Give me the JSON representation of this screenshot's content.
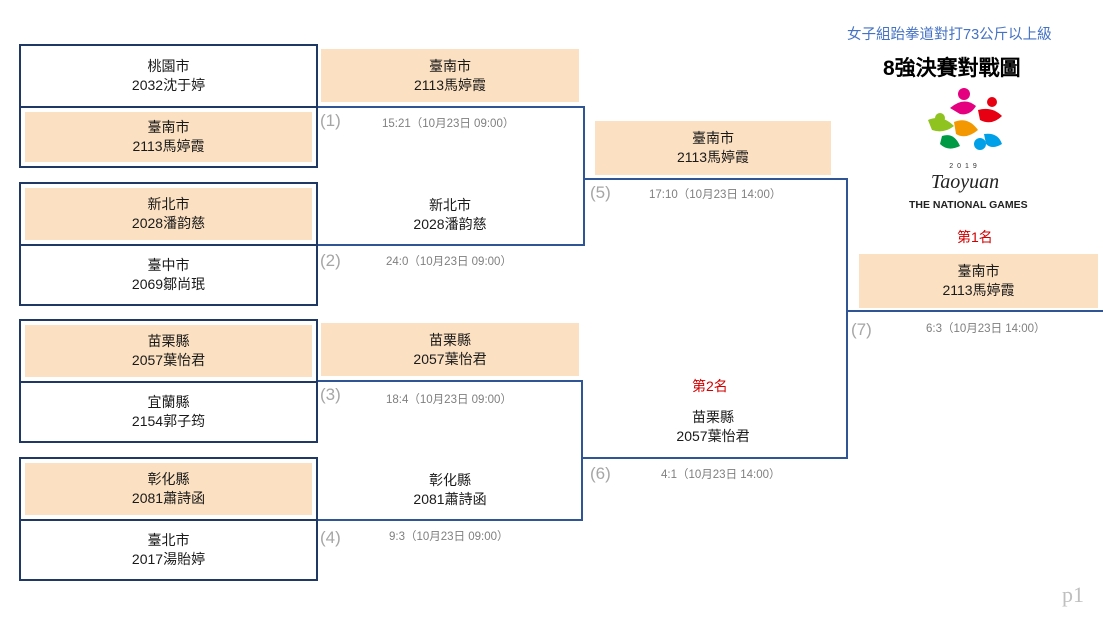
{
  "header": {
    "event": "女子組跆拳道對打73公斤以上級",
    "title": "8強決賽對戰圖",
    "logo_year": "2019",
    "logo_city": "Taoyuan",
    "logo_caption": "THE NATIONAL GAMES",
    "page": "p1"
  },
  "players": [
    {
      "city": "桃園市",
      "name": "2032沈于婷"
    },
    {
      "city": "臺南市",
      "name": "2113馬婷霞"
    },
    {
      "city": "新北市",
      "name": "2028潘韵慈"
    },
    {
      "city": "臺中市",
      "name": "2069鄒尚珉"
    },
    {
      "city": "苗栗縣",
      "name": "2057葉怡君"
    },
    {
      "city": "宜蘭縣",
      "name": "2154郭子筠"
    },
    {
      "city": "彰化縣",
      "name": "2081蕭詩函"
    },
    {
      "city": "臺北市",
      "name": "2017湯貽婷"
    }
  ],
  "round1": [
    {
      "no": "(1)",
      "score": "15:21（10月23日 09:00）",
      "city": "臺南市",
      "name": "2113馬婷霞"
    },
    {
      "no": "(2)",
      "score": "24:0（10月23日 09:00）",
      "city": "新北市",
      "name": "2028潘韵慈"
    },
    {
      "no": "(3)",
      "score": "18:4（10月23日 09:00）",
      "city": "苗栗縣",
      "name": "2057葉怡君"
    },
    {
      "no": "(4)",
      "score": "9:3（10月23日 09:00）",
      "city": "彰化縣",
      "name": "2081蕭詩函"
    }
  ],
  "round2": [
    {
      "no": "(5)",
      "score": "17:10（10月23日 14:00）",
      "city": "臺南市",
      "name": "2113馬婷霞"
    },
    {
      "no": "(6)",
      "score": "4:1（10月23日 14:00）",
      "city": "苗栗縣",
      "name": "2057葉怡君",
      "rank": "第2名"
    }
  ],
  "final": {
    "no": "(7)",
    "score": "6:3（10月23日 14:00）",
    "city": "臺南市",
    "name": "2113馬婷霞",
    "rank": "第1名"
  }
}
